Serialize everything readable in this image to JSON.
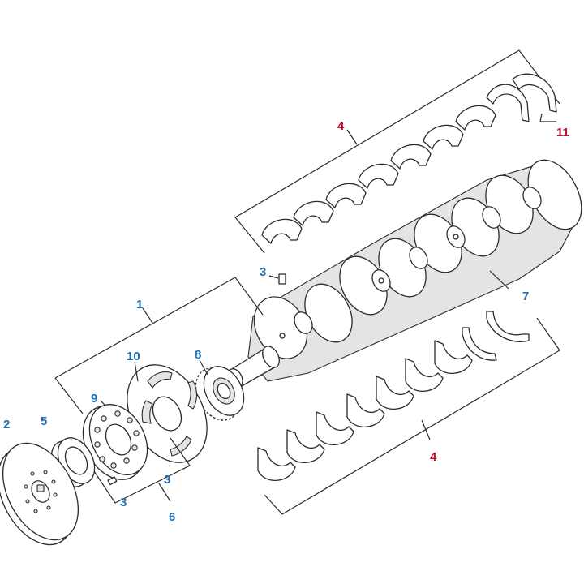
{
  "colors": {
    "blue_callout": "#1f6fb5",
    "red_callout": "#c8102e",
    "line": "#2b2b2b"
  },
  "callouts": {
    "c1": "1",
    "c2": "2",
    "c3_top": "3",
    "c3_mid": "3",
    "c3_low": "3",
    "c4_upper": "4",
    "c4_lower": "4",
    "c5": "5",
    "c6": "6",
    "c7": "7",
    "c8": "8",
    "c9": "9",
    "c10": "10",
    "c11": "11"
  }
}
